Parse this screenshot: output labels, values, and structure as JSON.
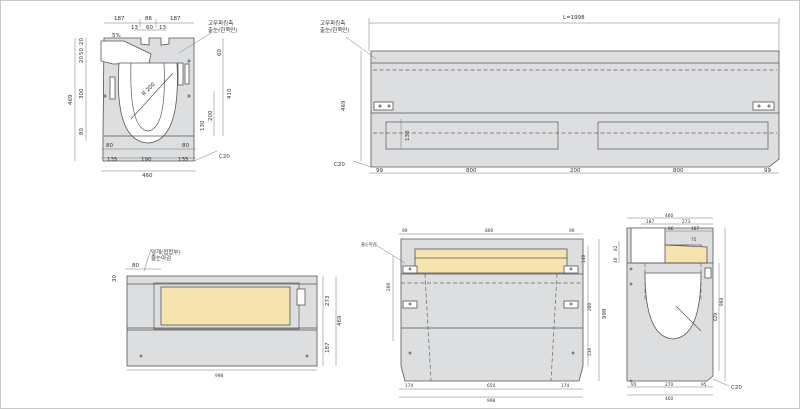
{
  "section": {
    "top_dims": [
      "187",
      "86",
      "187"
    ],
    "top_sub_dims": [
      "13",
      "60",
      "13"
    ],
    "slope": "5%",
    "note_line1": "고무파킹측",
    "note_line2": "출눈(한쪽만)",
    "radius": "R 200",
    "left_dims": [
      "20",
      "50",
      "20",
      "300",
      "469",
      "80"
    ],
    "right_dims": [
      "60",
      "410"
    ],
    "inner_dims": [
      "200",
      "130"
    ],
    "bottom_dims_1": [
      "80",
      "80"
    ],
    "bottom_dims_2": [
      "135",
      "190",
      "135"
    ],
    "total": "460",
    "chamfer": "C20"
  },
  "elevation": {
    "length": "L=1998",
    "note_line1": "고무파킹측",
    "note_line2": "출눈(한쪽만)",
    "height": "469",
    "slot_h": "130",
    "chamfer": "C20",
    "bottom_dims": [
      "99",
      "800",
      "200",
      "800",
      "99"
    ]
  },
  "plan_small": {
    "label_line1": "덮개(접합부)",
    "label_line2": "줄눈마감",
    "top_dims": [
      "30",
      "80"
    ],
    "right_dims": [
      "273",
      "469",
      "187"
    ],
    "bottom": "998"
  },
  "front_large": {
    "label": "줄눈마감",
    "top_dims": [
      "99",
      "800",
      "99"
    ],
    "left_dim": "269",
    "right_dims": [
      "140",
      "280",
      "230"
    ],
    "height": "998",
    "bottom_dims": [
      "174",
      "650",
      "174"
    ],
    "total": "998"
  },
  "side_large": {
    "top": "460",
    "sub_dims": [
      "187",
      "273"
    ],
    "sub_dims2": [
      "86",
      "187"
    ],
    "inner": "75",
    "left_dims": [
      "82",
      "40"
    ],
    "right_dims": [
      "620",
      "998"
    ],
    "bottom_dims": [
      "95",
      "270",
      "95"
    ],
    "total": "460",
    "chamfer": "C20"
  }
}
